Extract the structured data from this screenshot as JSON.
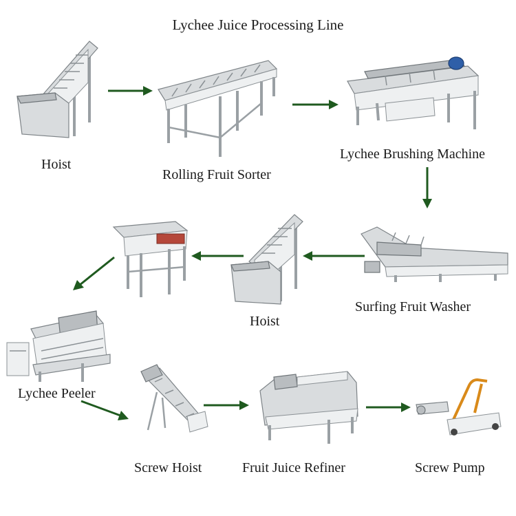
{
  "title": "Lychee Juice Processing Line",
  "colors": {
    "arrow": "#1f5a1f",
    "steel": "#d9dcde",
    "motor": "#2f5fa8",
    "handle": "#d98a1a",
    "accent": "#b5473a"
  },
  "steps": [
    {
      "id": "hoist-1",
      "label": "Hoist",
      "icon": "bucket-elevator"
    },
    {
      "id": "rolling-fruit-sorter",
      "label": "Rolling Fruit Sorter",
      "icon": "roller-conveyor"
    },
    {
      "id": "lychee-brushing-machine",
      "label": "Lychee Brushing Machine",
      "icon": "brush-washer"
    },
    {
      "id": "surfing-fruit-washer",
      "label": "Surfing Fruit Washer",
      "icon": "bubble-washer"
    },
    {
      "id": "hoist-2",
      "label": "Hoist",
      "icon": "bucket-elevator"
    },
    {
      "id": "vibrating-screen",
      "label": "",
      "icon": "vibrating-sieve"
    },
    {
      "id": "lychee-peeler",
      "label": "Lychee Peeler",
      "icon": "peeling-machine"
    },
    {
      "id": "screw-hoist",
      "label": "Screw Hoist",
      "icon": "screw-conveyor"
    },
    {
      "id": "fruit-juice-refiner",
      "label": "Fruit Juice Refiner",
      "icon": "pulper"
    },
    {
      "id": "screw-pump",
      "label": "Screw Pump",
      "icon": "screw-pump"
    }
  ]
}
